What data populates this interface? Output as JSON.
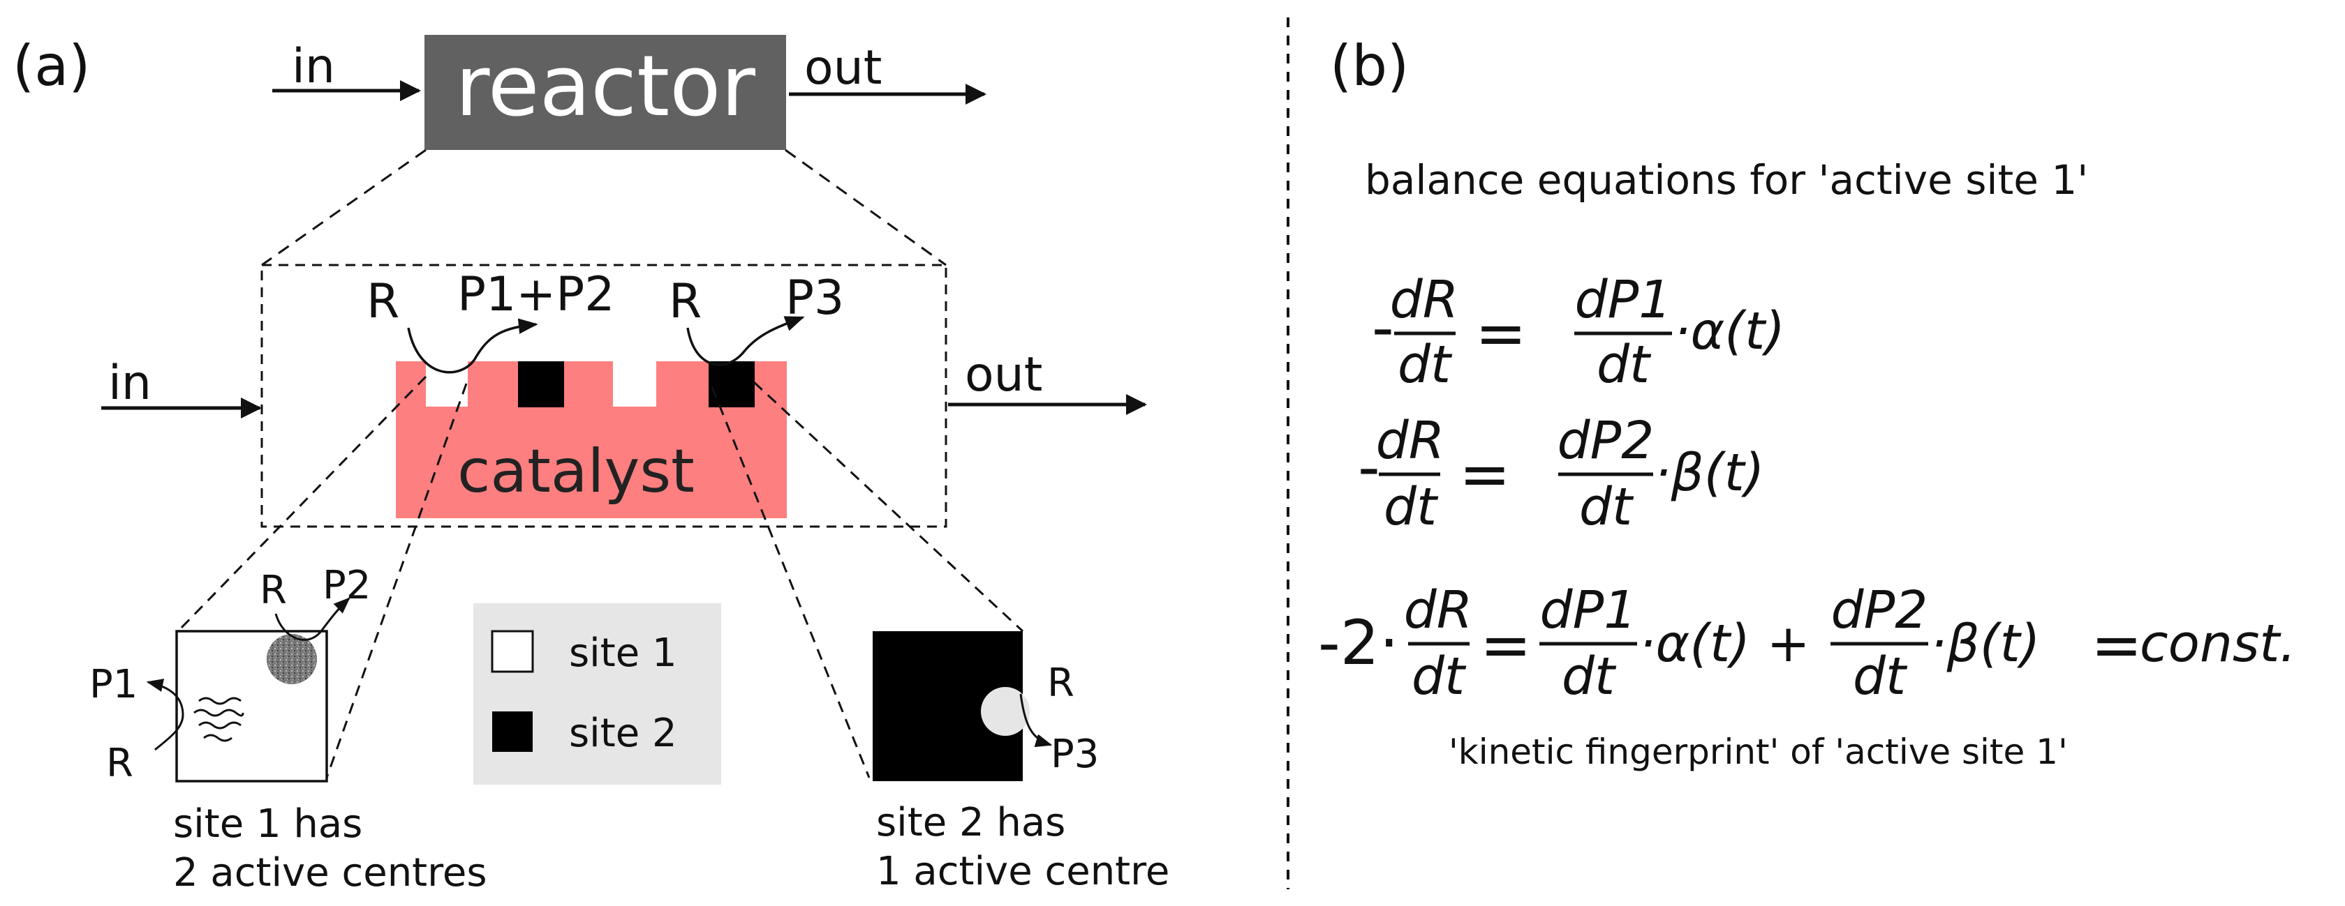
{
  "panel_a": {
    "label": "(a)",
    "top_in": "in",
    "top_out": "out",
    "reactor": "reactor",
    "mid_in": "in",
    "mid_out": "out",
    "catalyst": "catalyst",
    "reaction1_reactant": "R",
    "reaction1_products": "P1+P2",
    "reaction2_reactant": "R",
    "reaction2_product": "P3",
    "site1_detail": {
      "R_top": "R",
      "P2": "P2",
      "P1": "P1",
      "R_bottom": "R",
      "caption_line1": "site 1 has",
      "caption_line2": "2 active centres"
    },
    "site2_detail": {
      "R": "R",
      "P3": "P3",
      "caption_line1": "site 2 has",
      "caption_line2": "1 active centre"
    },
    "legend": {
      "site1": "site 1",
      "site2": "site 2"
    }
  },
  "panel_b": {
    "label": "(b)",
    "heading": "balance equations for 'active site 1'",
    "eq1": {
      "sign": "-",
      "lhs_num": "dR",
      "lhs_den": "dt",
      "eq": "=",
      "rhs_num": "dP1",
      "rhs_den": "dt",
      "rhs_tail": "·α(t)"
    },
    "eq2": {
      "sign": "-",
      "lhs_num": "dR",
      "lhs_den": "dt",
      "eq": "=",
      "rhs_num": "dP2",
      "rhs_den": "dt",
      "rhs_tail": "·β(t)"
    },
    "eq3": {
      "sign": "-2·",
      "lhs_num": "dR",
      "lhs_den": "dt",
      "eq": "=",
      "t1_num": "dP1",
      "t1_den": "dt",
      "t1_tail": "·α(t) +",
      "t2_num": "dP2",
      "t2_den": "dt",
      "t2_tail": "·β(t)",
      "eq2": "=",
      "const": "const."
    },
    "footer": "'kinetic fingerprint' of 'active site 1'"
  },
  "colors": {
    "reactor": "#616161",
    "catalyst": "#fd7f7f",
    "legend_bg": "#e6e6e6",
    "site1": "#ffffff",
    "site2": "#000000"
  }
}
